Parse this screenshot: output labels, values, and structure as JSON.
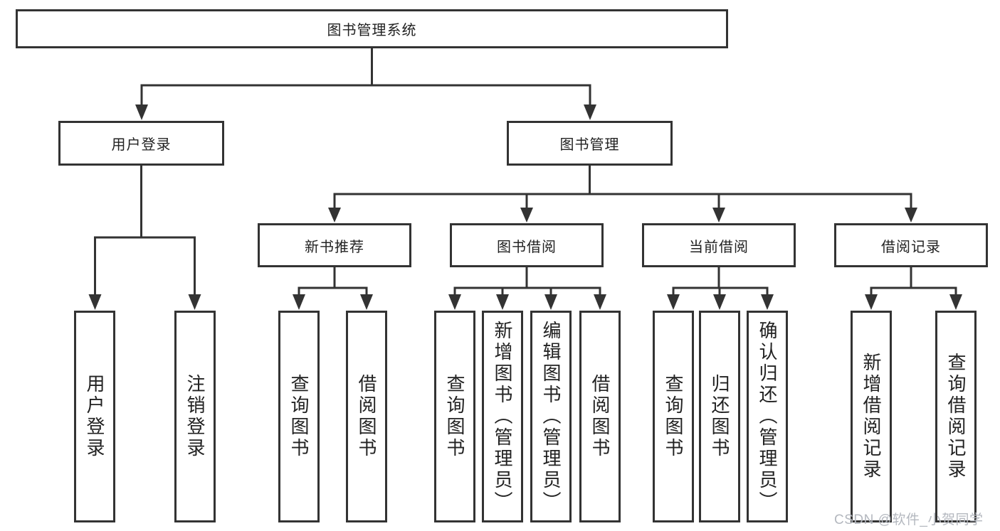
{
  "diagram_title": "图书管理系统",
  "colors": {
    "line": "#333333",
    "border": "#333333",
    "text": "#222222",
    "background": "#ffffff",
    "watermark": "#b4b8bf"
  },
  "tree": {
    "root": {
      "label": "图书管理系统"
    },
    "branches": [
      {
        "label": "用户登录",
        "children": [
          {
            "label": "用户登录"
          },
          {
            "label": "注销登录"
          }
        ]
      },
      {
        "label": "图书管理",
        "children": [
          {
            "label": "新书推荐",
            "children": [
              {
                "label": "查询图书"
              },
              {
                "label": "借阅图书"
              }
            ]
          },
          {
            "label": "图书借阅",
            "children": [
              {
                "label": "查询图书"
              },
              {
                "label": "新增图书（管理员）"
              },
              {
                "label": "编辑图书（管理员）"
              },
              {
                "label": "借阅图书"
              }
            ]
          },
          {
            "label": "当前借阅",
            "children": [
              {
                "label": "查询图书"
              },
              {
                "label": "归还图书"
              },
              {
                "label": "确认归还（管理员）"
              }
            ]
          },
          {
            "label": "借阅记录",
            "children": [
              {
                "label": "新增借阅记录"
              },
              {
                "label": "查询借阅记录"
              }
            ]
          }
        ]
      }
    ]
  },
  "watermark": {
    "text": "CSDN @软件_小贺同学"
  }
}
